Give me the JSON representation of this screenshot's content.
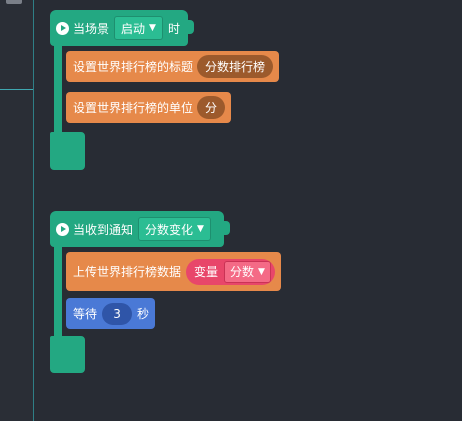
{
  "scripts": [
    {
      "hat": {
        "label": "当场景",
        "dropdown": "启动",
        "suffix": "时"
      },
      "blocks": [
        {
          "label": "设置世界排行榜的标题",
          "value": "分数排行榜"
        },
        {
          "label": "设置世界排行榜的单位",
          "value": "分"
        }
      ]
    },
    {
      "hat": {
        "label": "当收到通知",
        "dropdown": "分数变化"
      },
      "blocks": [
        {
          "label": "上传世界排行榜数据",
          "var_label": "变量",
          "var_name": "分数"
        },
        {
          "label": "等待",
          "value": "3",
          "suffix": "秒"
        }
      ]
    }
  ],
  "icons": {
    "hat": "play-circle-icon",
    "dropdown": "caret-down-icon"
  },
  "colors": {
    "event": "#23a882",
    "looks": "#e6894a",
    "variable": "#e8466a",
    "control": "#4a79d6",
    "background": "#282c34"
  }
}
